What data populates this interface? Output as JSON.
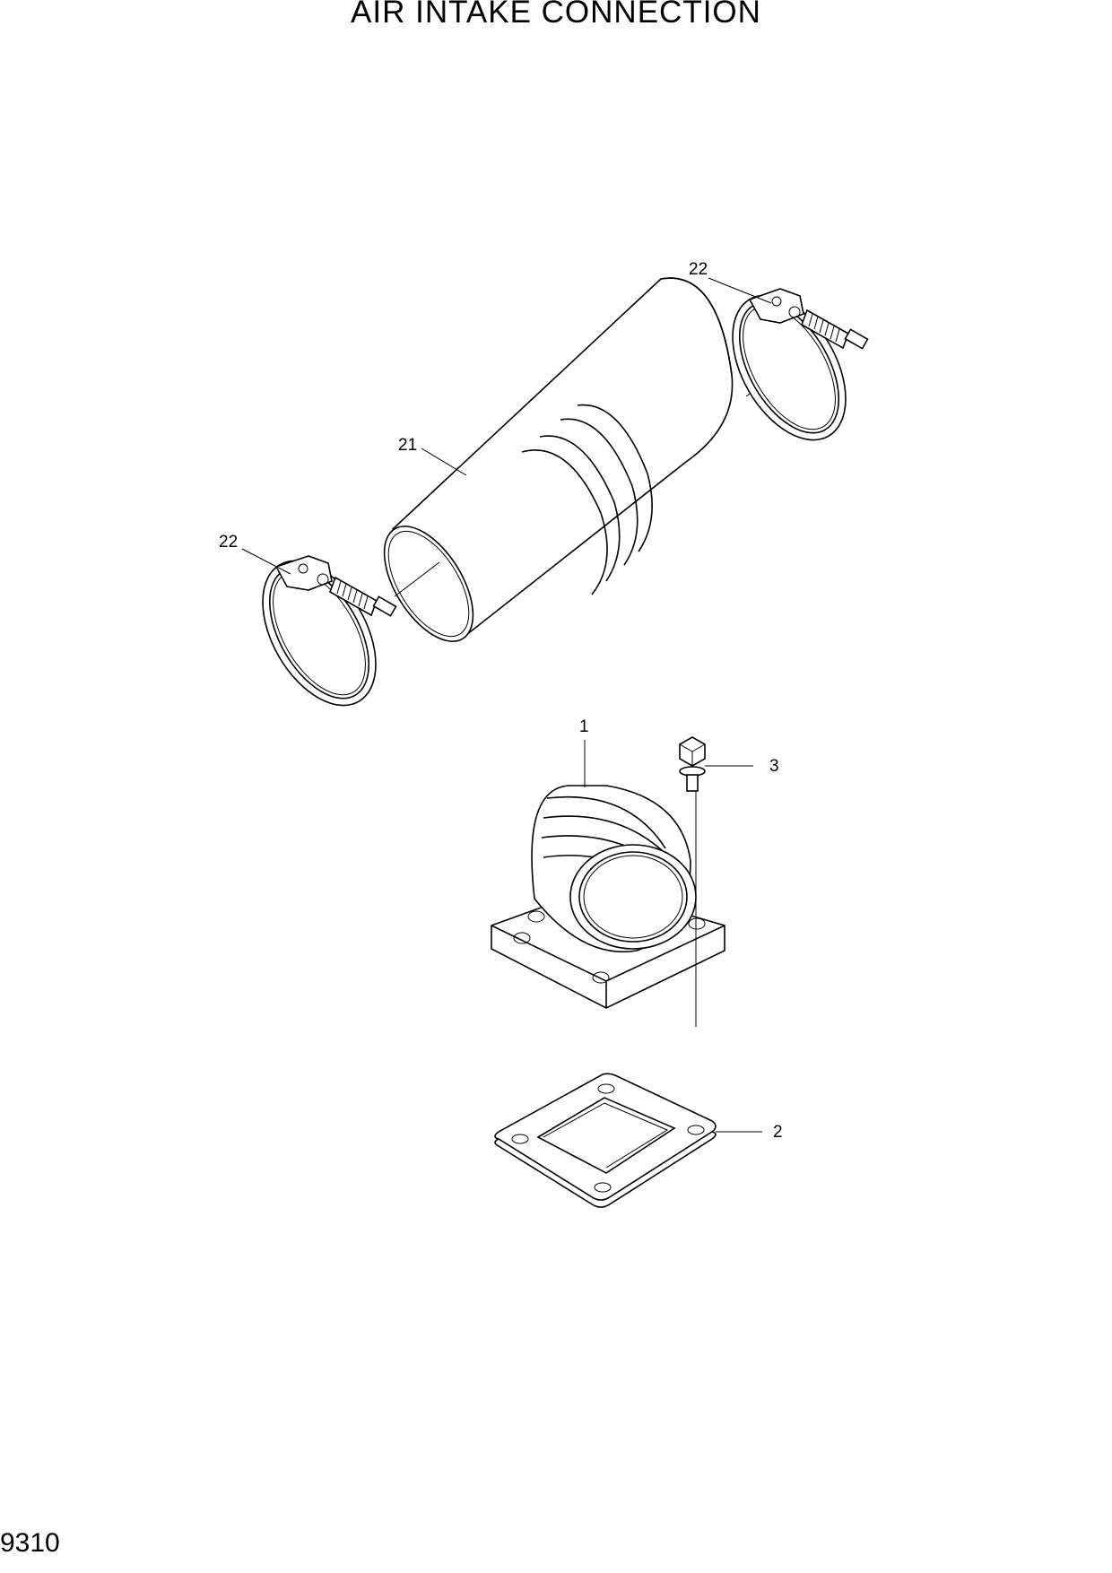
{
  "title": "AIR INTAKE CONNECTION",
  "page_number": "9310",
  "callouts": {
    "elbow": "1",
    "gasket": "2",
    "bolt": "3",
    "hose": "21",
    "clamp_upper": "22",
    "clamp_lower": "22"
  }
}
